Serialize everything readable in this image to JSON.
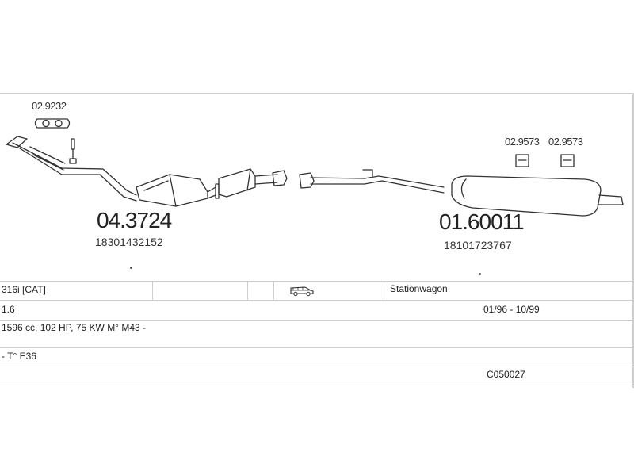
{
  "parts": {
    "gasket_code": "02.9232",
    "front_pipe": {
      "number": "04.3724",
      "oem": "18301432152"
    },
    "rear_section": {
      "number": "01.60011",
      "oem": "18101723767"
    },
    "hanger_a": "02.9573",
    "hanger_b": "02.9573"
  },
  "table": {
    "row1": {
      "model": "316i  [CAT]",
      "body": "Stationwagon"
    },
    "row2": {
      "displacement": "1.6",
      "dates": "01/96 - 10/99"
    },
    "row3": {
      "engine": "1596 cc, 102 HP, 75 KW M° M43 -"
    },
    "row4": {
      "type": "- T° E36"
    },
    "row5": {
      "code": "C050027"
    }
  },
  "icons": {
    "vehicle": "station-wagon-icon"
  },
  "colors": {
    "line": "#cfcfcf",
    "drawing": "#333333"
  }
}
